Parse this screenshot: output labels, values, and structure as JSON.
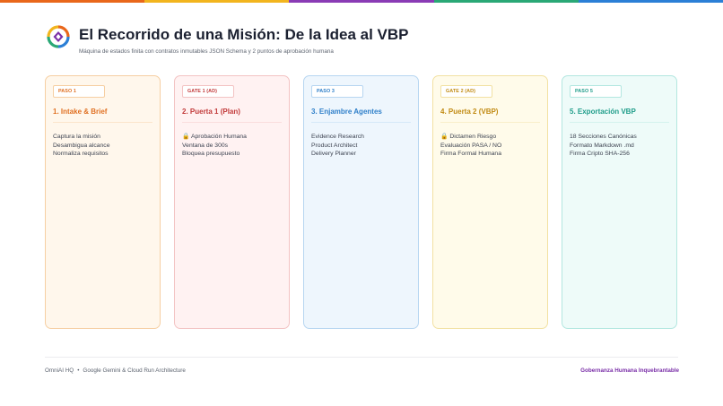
{
  "colors": {
    "top_bar": [
      "#e9671b",
      "#f2b51e",
      "#8a3bb5",
      "#2aa876",
      "#2b7fd6"
    ],
    "accent_purple": "#7a2fa8"
  },
  "header": {
    "logo_icon": "diamond-logo-icon",
    "title": "El Recorrido de una Misión: De la Idea al VBP",
    "subtitle": "Máquina de estados finita con contratos inmutables JSON Schema y 2 puntos de aprobación humana"
  },
  "cards": [
    {
      "badge": "PASO 1",
      "title": "1. Intake & Brief",
      "items": [
        "Captura la misión",
        "Desambigua alcance",
        "Normaliza requisitos"
      ],
      "accent": "#e07022",
      "bg": "#fff7ec",
      "border": "#f6cfa3"
    },
    {
      "badge": "GATE 1 (AD)",
      "title": "2. Puerta 1 (Plan)",
      "items": [
        "🔒 Aprobación Humana",
        "Ventana de 300s",
        "Bloquea presupuesto"
      ],
      "accent": "#c23a3a",
      "bg": "#fff2f2",
      "border": "#f3c3c3"
    },
    {
      "badge": "PASO 3",
      "title": "3. Enjambre Agentes",
      "items": [
        "Evidence Research",
        "Product Architect",
        "Delivery Planner"
      ],
      "accent": "#2e7fc9",
      "bg": "#eef6fd",
      "border": "#b7d6f1"
    },
    {
      "badge": "GATE 2 (AD)",
      "title": "4. Puerta 2 (VBP)",
      "items": [
        "🔒 Dictamen Riesgo",
        "Evaluación PASA / NO",
        "Firma Formal Humana"
      ],
      "accent": "#c18a12",
      "bg": "#fffbea",
      "border": "#f2e1a3"
    },
    {
      "badge": "PASO 5",
      "title": "5. Exportación VBP",
      "items": [
        "18 Secciones Canónicas",
        "Formato Markdown .md",
        "Firma Cripto SHA-256"
      ],
      "accent": "#1f9d8a",
      "bg": "#eefbf9",
      "border": "#b3e7e0"
    }
  ],
  "footer": {
    "left_a": "OmniAI HQ",
    "separator": "•",
    "left_b": "Google Gemini & Cloud Run Architecture",
    "right": "Gobernanza Humana Inquebrantable"
  }
}
